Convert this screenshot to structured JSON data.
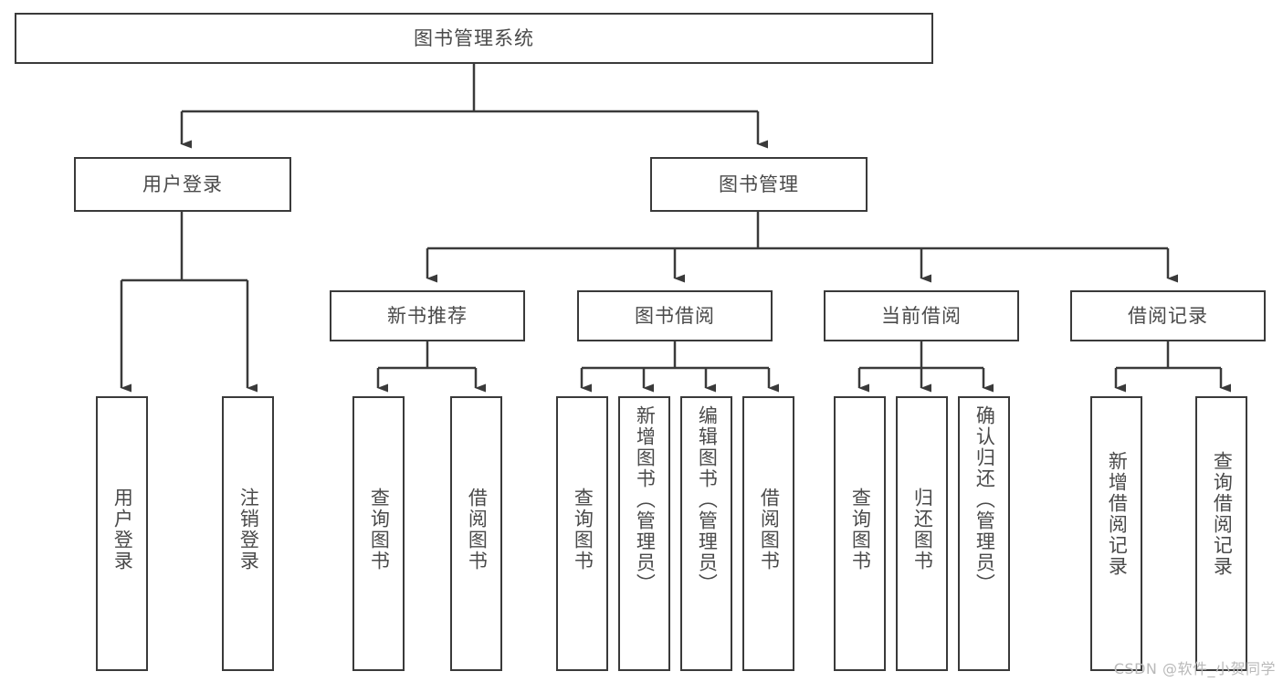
{
  "diagram": {
    "title": "图书管理系统",
    "type": "tree-hierarchy-chart",
    "orientation": "top-down",
    "line_color": "#3a3a3a",
    "text_color": "#4a4a4a",
    "background_color": "#ffffff"
  },
  "root": {
    "label": "图书管理系统"
  },
  "level2": [
    {
      "label": "用户登录"
    },
    {
      "label": "图书管理"
    }
  ],
  "level3": [
    {
      "label": "新书推荐"
    },
    {
      "label": "图书借阅"
    },
    {
      "label": "当前借阅"
    },
    {
      "label": "借阅记录"
    }
  ],
  "leaves": {
    "user_login": [
      {
        "label": "用户登录"
      },
      {
        "label": "注销登录"
      }
    ],
    "new_book": [
      {
        "label": "查询图书"
      },
      {
        "label": "借阅图书"
      }
    ],
    "book_borrow": [
      {
        "label": "查询图书"
      },
      {
        "label": "新增图书（管理员）"
      },
      {
        "label": "编辑图书（管理员）"
      },
      {
        "label": "借阅图书"
      }
    ],
    "current_borrow": [
      {
        "label": "查询图书"
      },
      {
        "label": "归还图书"
      },
      {
        "label": "确认归还（管理员）"
      }
    ],
    "borrow_record": [
      {
        "label": "新增借阅记录"
      },
      {
        "label": "查询借阅记录"
      }
    ]
  },
  "watermark": {
    "text": "CSDN @软件_小贺同学"
  }
}
